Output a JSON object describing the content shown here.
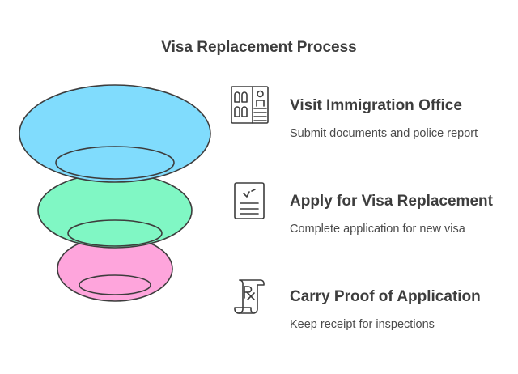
{
  "title": "Visa Replacement Process",
  "colors": {
    "layer1": "#80dcfd",
    "layer2": "#80f7c4",
    "layer3": "#fea5dc",
    "stroke": "#3d3d3d"
  },
  "steps": [
    {
      "title": "Visit Immigration Office",
      "description": "Submit documents and police report",
      "icon": "building-icon"
    },
    {
      "title": "Apply for Visa Replacement",
      "description": "Complete application for new visa",
      "icon": "checklist-icon"
    },
    {
      "title": "Carry Proof of Application",
      "description": "Keep receipt for inspections",
      "icon": "receipt-icon"
    }
  ]
}
